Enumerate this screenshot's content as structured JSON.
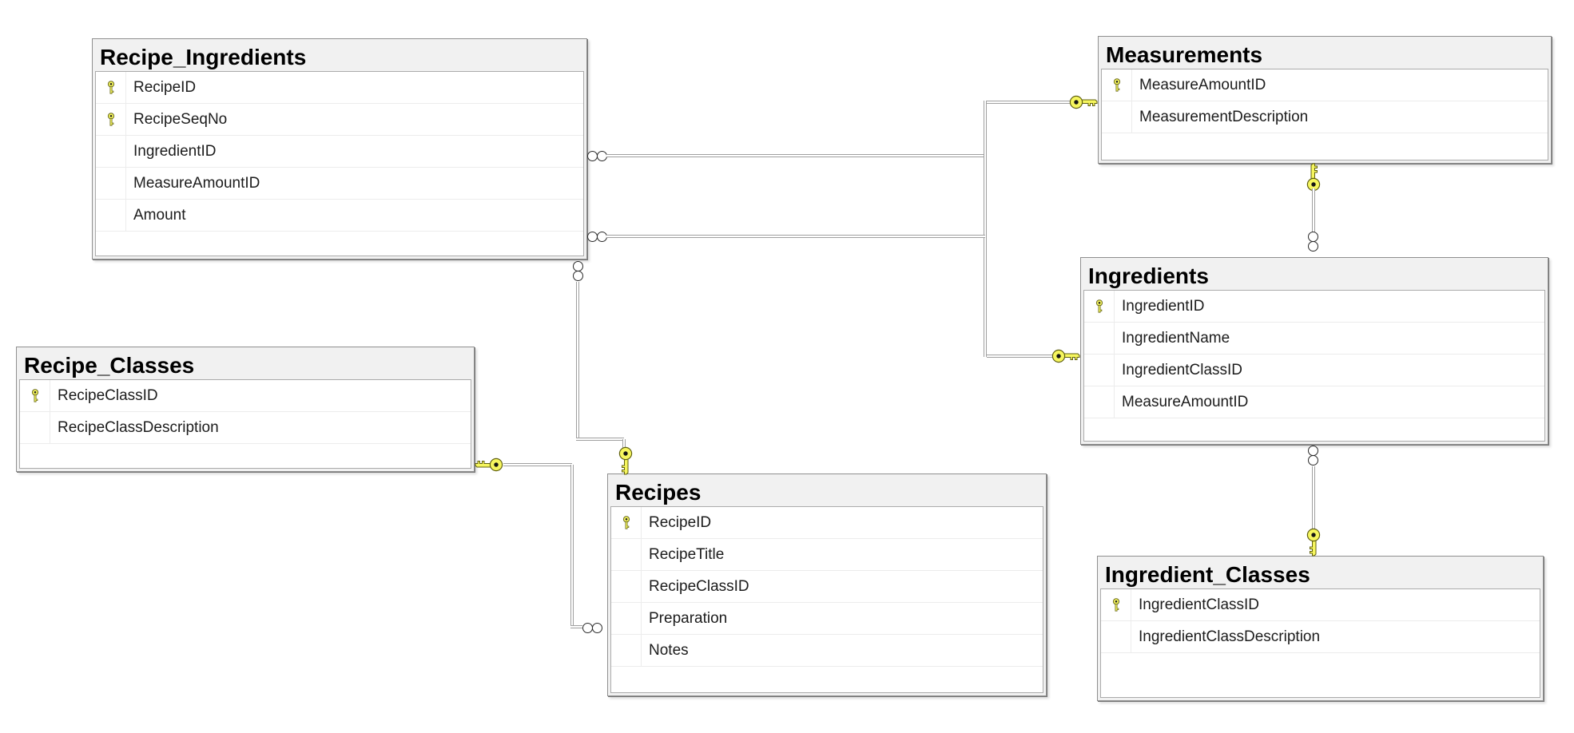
{
  "diagram": {
    "tool": "database-diagram",
    "tables": [
      {
        "id": "recipe-ingredients",
        "title": "Recipe_Ingredients",
        "columns": [
          {
            "name": "RecipeID",
            "pk": true
          },
          {
            "name": "RecipeSeqNo",
            "pk": true
          },
          {
            "name": "IngredientID",
            "pk": false
          },
          {
            "name": "MeasureAmountID",
            "pk": false
          },
          {
            "name": "Amount",
            "pk": false
          }
        ]
      },
      {
        "id": "measurements",
        "title": "Measurements",
        "columns": [
          {
            "name": "MeasureAmountID",
            "pk": true
          },
          {
            "name": "MeasurementDescription",
            "pk": false
          }
        ]
      },
      {
        "id": "ingredients",
        "title": "Ingredients",
        "columns": [
          {
            "name": "IngredientID",
            "pk": true
          },
          {
            "name": "IngredientName",
            "pk": false
          },
          {
            "name": "IngredientClassID",
            "pk": false
          },
          {
            "name": "MeasureAmountID",
            "pk": false
          }
        ]
      },
      {
        "id": "recipe-classes",
        "title": "Recipe_Classes",
        "columns": [
          {
            "name": "RecipeClassID",
            "pk": true
          },
          {
            "name": "RecipeClassDescription",
            "pk": false
          }
        ]
      },
      {
        "id": "recipes",
        "title": "Recipes",
        "columns": [
          {
            "name": "RecipeID",
            "pk": true
          },
          {
            "name": "RecipeTitle",
            "pk": false
          },
          {
            "name": "RecipeClassID",
            "pk": false
          },
          {
            "name": "Preparation",
            "pk": false
          },
          {
            "name": "Notes",
            "pk": false
          }
        ]
      },
      {
        "id": "ingredient-classes",
        "title": "Ingredient_Classes",
        "columns": [
          {
            "name": "IngredientClassID",
            "pk": true
          },
          {
            "name": "IngredientClassDescription",
            "pk": false
          }
        ]
      }
    ],
    "relationships": [
      {
        "from_table": "Recipe_Ingredients",
        "from_end": "many",
        "to_table": "Measurements",
        "to_end": "one-key"
      },
      {
        "from_table": "Recipe_Ingredients",
        "from_end": "many",
        "to_table": "Ingredients",
        "to_end": "one-key"
      },
      {
        "from_table": "Recipe_Ingredients",
        "from_end": "many",
        "to_table": "Recipes",
        "to_end": "one-key"
      },
      {
        "from_table": "Recipes",
        "from_end": "many",
        "to_table": "Recipe_Classes",
        "to_end": "one-key"
      },
      {
        "from_table": "Ingredients",
        "from_end": "many",
        "to_table": "Measurements",
        "to_end": "one-key"
      },
      {
        "from_table": "Ingredients",
        "from_end": "many",
        "to_table": "Ingredient_Classes",
        "to_end": "one-key"
      }
    ],
    "colors": {
      "header_bg": "#f1f1f1",
      "body_bg": "#ffffff",
      "table_border": "#8f8f8f",
      "row_divider": "#ececec",
      "connector": "#9f9f9f",
      "key_fill": "#f6f65e",
      "key_outline": "#5f5f10",
      "text": "#1c1c1c"
    }
  }
}
